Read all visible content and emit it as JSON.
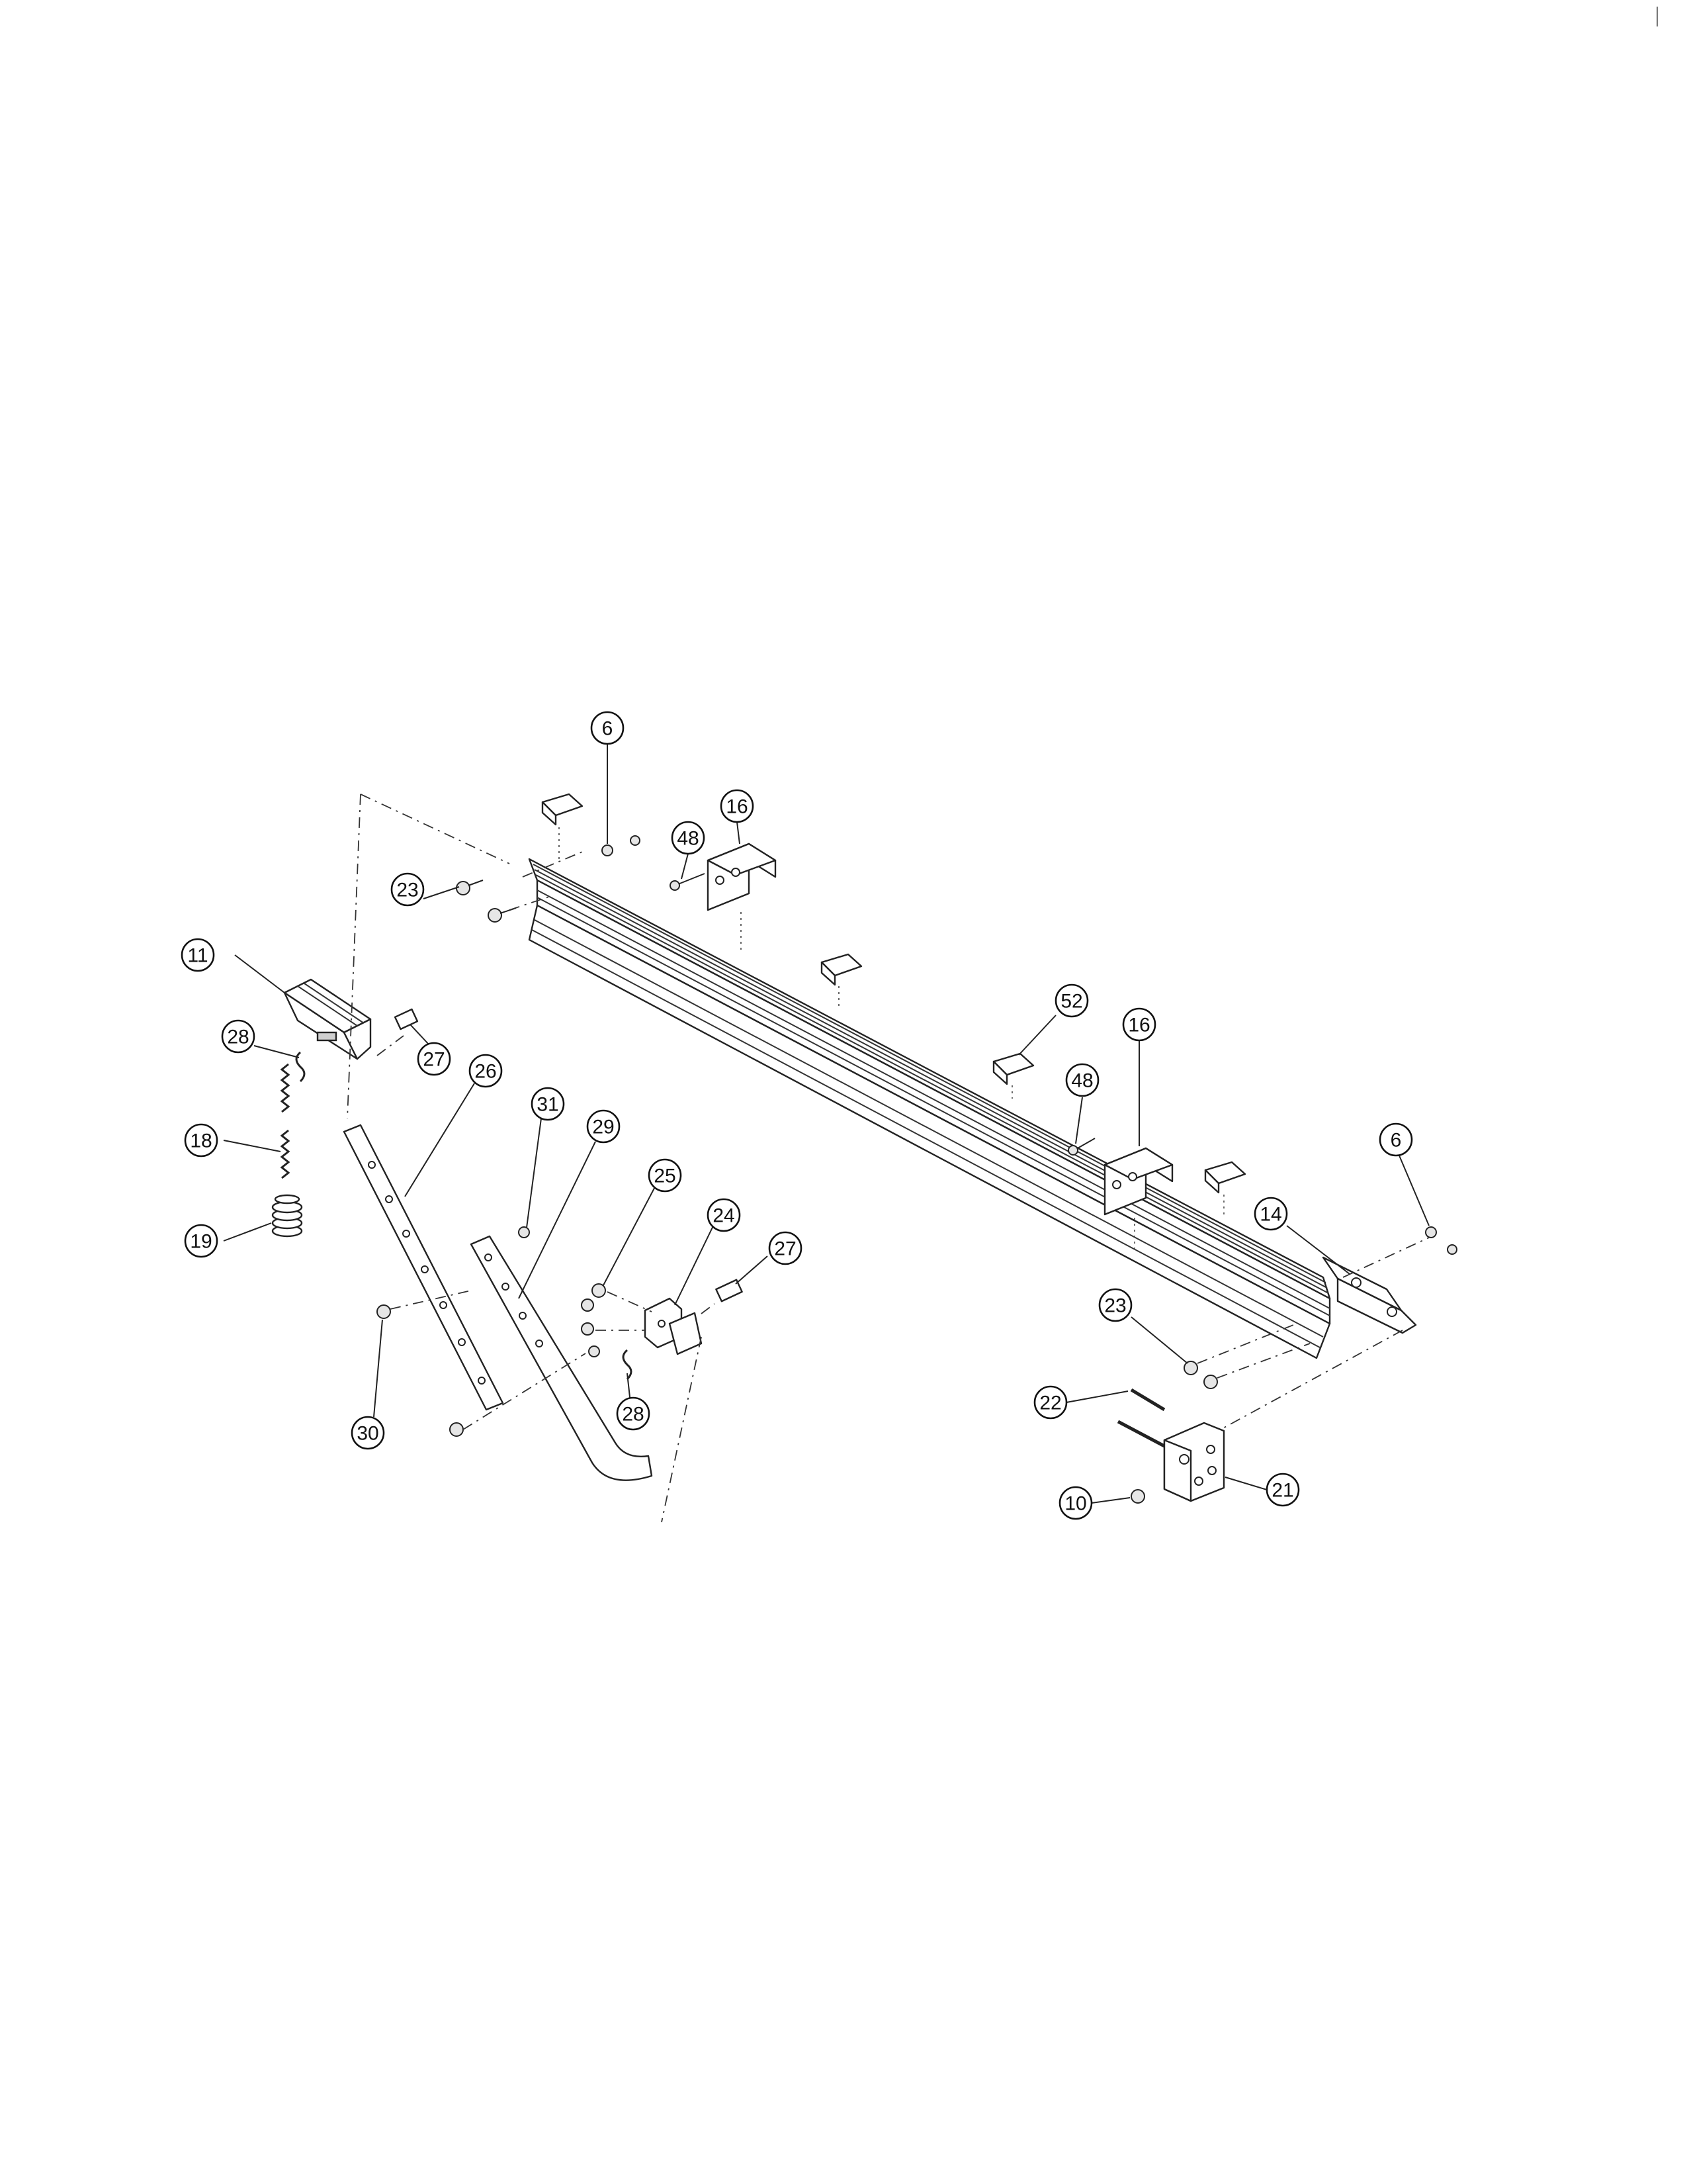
{
  "callouts": [
    {
      "id": "c6a",
      "label": "6"
    },
    {
      "id": "c16a",
      "label": "16"
    },
    {
      "id": "c48a",
      "label": "48"
    },
    {
      "id": "c23a",
      "label": "23"
    },
    {
      "id": "c11",
      "label": "11"
    },
    {
      "id": "c28a",
      "label": "28"
    },
    {
      "id": "c27a",
      "label": "27"
    },
    {
      "id": "c26",
      "label": "26"
    },
    {
      "id": "c31",
      "label": "31"
    },
    {
      "id": "c29",
      "label": "29"
    },
    {
      "id": "c18",
      "label": "18"
    },
    {
      "id": "c19",
      "label": "19"
    },
    {
      "id": "c25",
      "label": "25"
    },
    {
      "id": "c24",
      "label": "24"
    },
    {
      "id": "c27b",
      "label": "27"
    },
    {
      "id": "c28b",
      "label": "28"
    },
    {
      "id": "c30",
      "label": "30"
    },
    {
      "id": "c52",
      "label": "52"
    },
    {
      "id": "c16b",
      "label": "16"
    },
    {
      "id": "c48b",
      "label": "48"
    },
    {
      "id": "c6b",
      "label": "6"
    },
    {
      "id": "c14",
      "label": "14"
    },
    {
      "id": "c23b",
      "label": "23"
    },
    {
      "id": "c22",
      "label": "22"
    },
    {
      "id": "c21",
      "label": "21"
    },
    {
      "id": "c10",
      "label": "10"
    }
  ]
}
